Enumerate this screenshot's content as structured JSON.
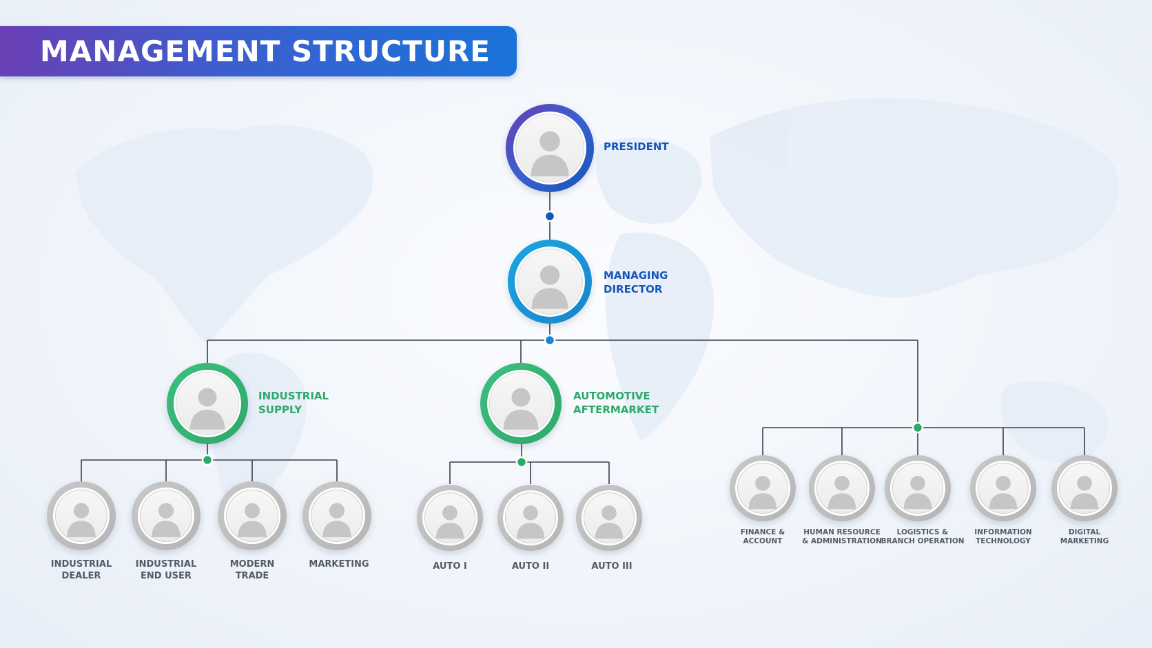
{
  "header": {
    "title": "MANAGEMENT STRUCTURE"
  },
  "colors": {
    "blue_dark": "#1456b8",
    "blue_light": "#1a96d6",
    "green": "#2ea86a",
    "grey": "#b4b4b4",
    "label_grey": "#555b66"
  },
  "icons": {
    "placeholder": "person-silhouette-icon"
  },
  "nodes": {
    "president": {
      "label": "PRESIDENT"
    },
    "managing_director": {
      "line1": "MANAGING",
      "line2": "DIRECTOR"
    },
    "industrial_supply": {
      "line1": "INDUSTRIAL",
      "line2": "SUPPLY",
      "children": [
        {
          "line1": "INDUSTRIAL",
          "line2": "DEALER"
        },
        {
          "line1": "INDUSTRIAL",
          "line2": "END USER"
        },
        {
          "line1": "MODERN",
          "line2": "TRADE"
        },
        {
          "line1": "MARKETING",
          "line2": ""
        }
      ]
    },
    "automotive_aftermarket": {
      "line1": "AUTOMOTIVE",
      "line2": "AFTERMARKET",
      "children": [
        {
          "line1": "AUTO I",
          "line2": ""
        },
        {
          "line1": "AUTO II",
          "line2": ""
        },
        {
          "line1": "AUTO III",
          "line2": ""
        }
      ]
    },
    "support": [
      {
        "line1": "FINANCE &",
        "line2": "ACCOUNT"
      },
      {
        "line1": "HUMAN RESOURCE",
        "line2": "& ADMINISTRATION"
      },
      {
        "line1": "LOGISTICS &",
        "line2": "BRANCH OPERATION"
      },
      {
        "line1": "INFORMATION",
        "line2": "TECHNOLOGY"
      },
      {
        "line1": "DIGITAL",
        "line2": "MARKETING"
      }
    ]
  }
}
